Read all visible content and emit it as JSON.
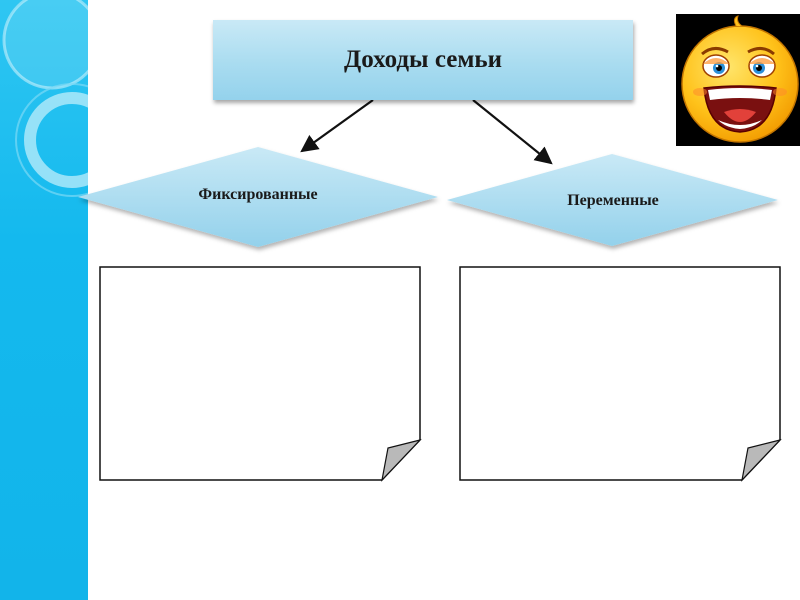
{
  "diagram": {
    "title": "Доходы семьи",
    "branches": [
      {
        "label": "Фиксированные"
      },
      {
        "label": "Переменные"
      }
    ]
  },
  "colors": {
    "side_band": "#14b9ee",
    "shape_fill": "#a9dcf0",
    "smiley_face": "#ffc21a",
    "background": "#ffffff"
  },
  "icons": {
    "decoration": "smiley-face-icon"
  }
}
